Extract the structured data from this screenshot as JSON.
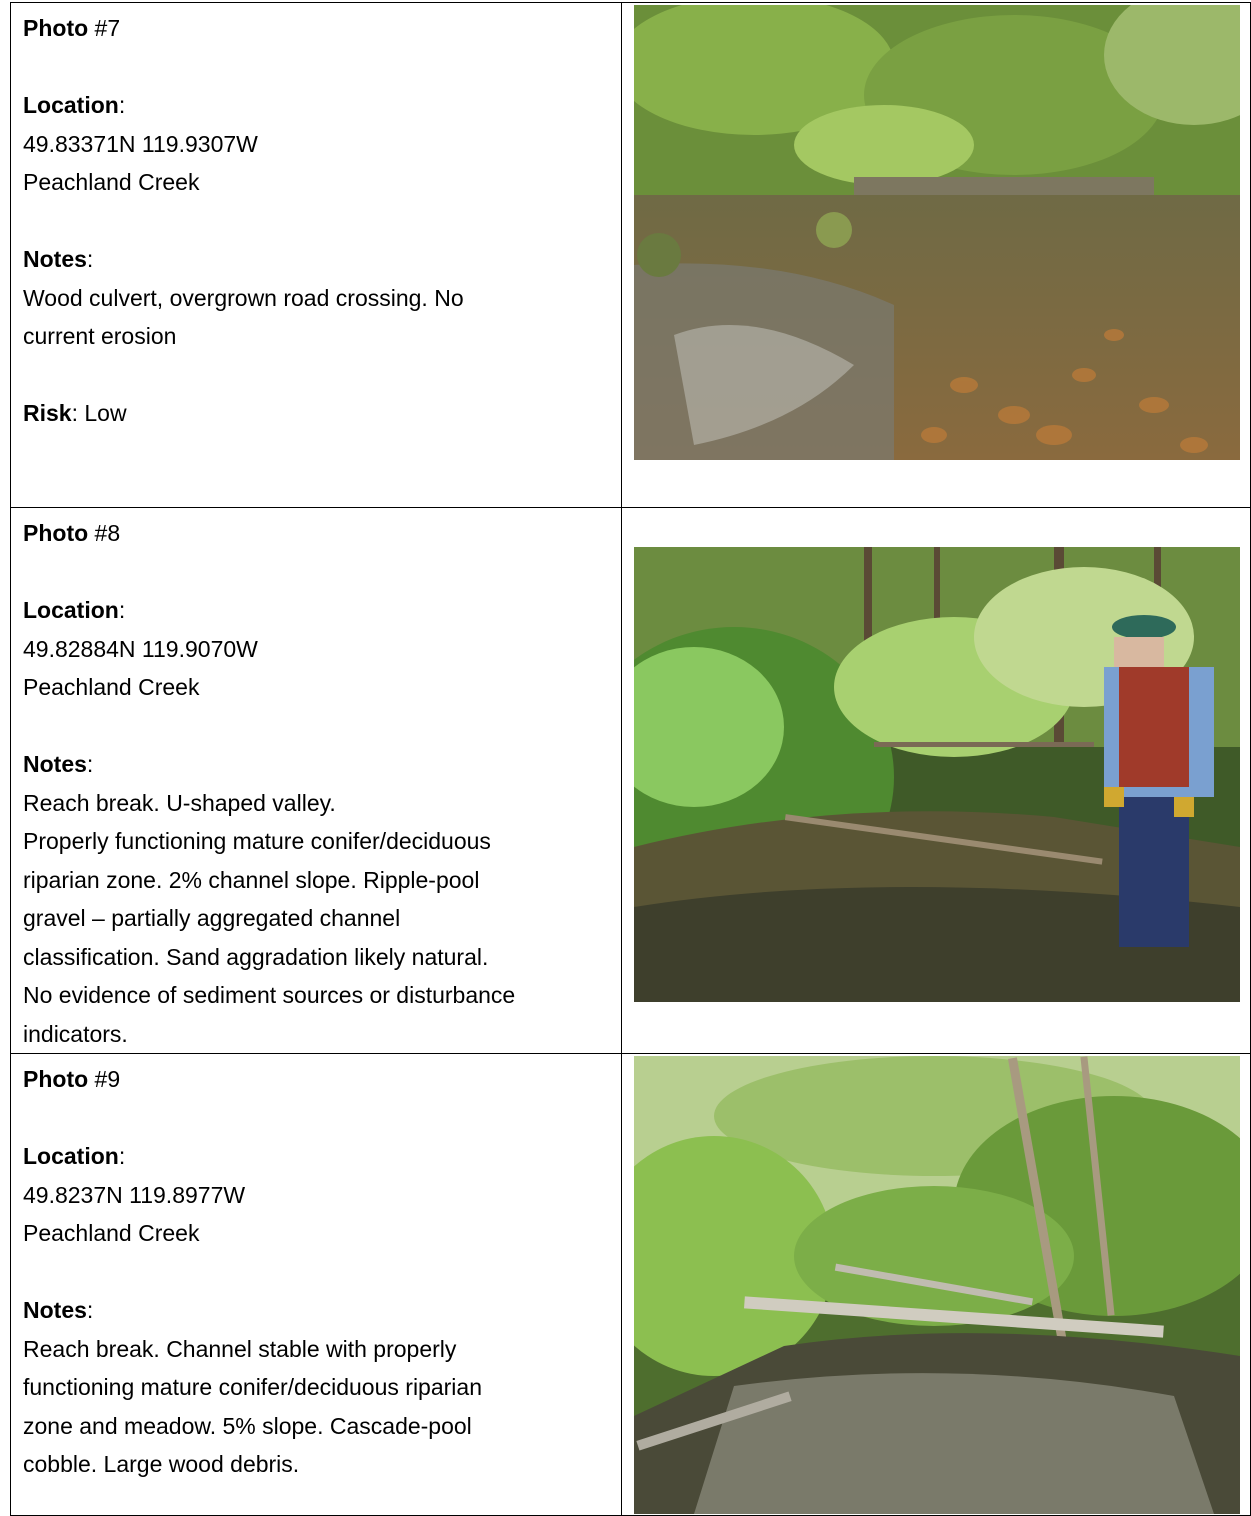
{
  "entries": [
    {
      "photo_label": "Photo",
      "photo_number": "#7",
      "location_label": "Location",
      "coordinates": "49.83371N 119.9307W",
      "site": "Peachland Creek",
      "notes_label": "Notes",
      "notes_lines": [
        "Wood culvert, overgrown road crossing.  No",
        "current erosion"
      ],
      "risk_label": "Risk",
      "risk_value": ": Low",
      "image_alt": "Creek pool at wood culvert with green vegetation"
    },
    {
      "photo_label": "Photo",
      "photo_number": "#8",
      "location_label": "Location",
      "coordinates": "49.82884N 119.9070W",
      "site": "Peachland Creek",
      "notes_label": "Notes",
      "notes_lines": [
        "Reach break.  U-shaped valley.",
        "Properly functioning mature conifer/deciduous",
        "riparian zone.  2% channel slope.  Ripple-pool",
        "gravel – partially aggregated channel",
        "classification.  Sand aggradation likely natural.",
        "No evidence of sediment sources or disturbance",
        "indicators."
      ],
      "image_alt": "Person in cap and vest standing in a forest creek"
    },
    {
      "photo_label": "Photo",
      "photo_number": "#9",
      "location_label": "Location",
      "coordinates": "49.8237N 119.8977W",
      "site": "Peachland Creek",
      "notes_label": "Notes",
      "notes_lines": [
        "Reach break.  Channel stable with properly",
        "functioning mature conifer/deciduous riparian",
        "zone and meadow.  5% slope. Cascade-pool",
        "cobble.  Large wood debris."
      ],
      "image_alt": "Creek with fallen logs surrounded by shrubs and trees"
    }
  ]
}
